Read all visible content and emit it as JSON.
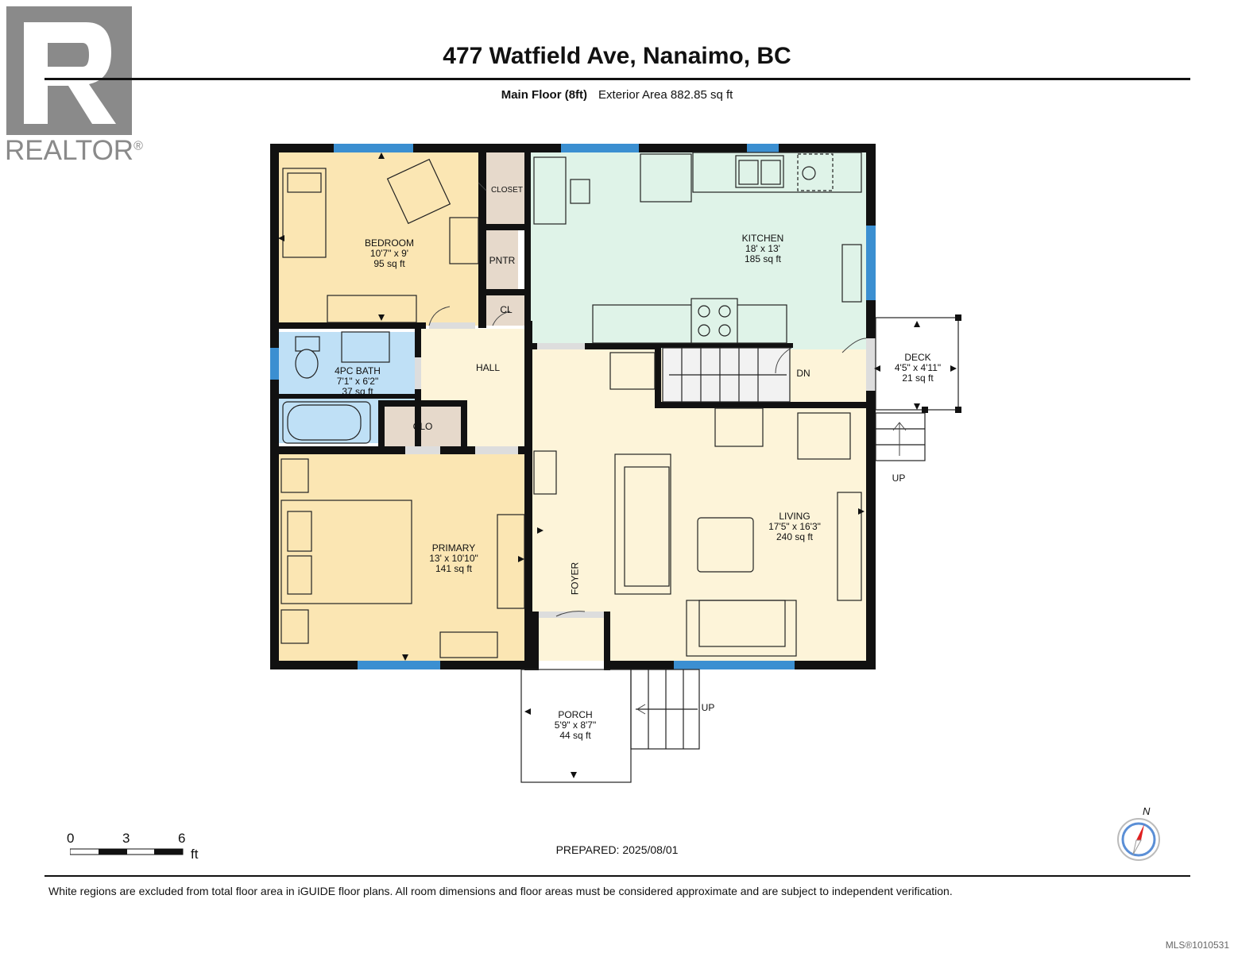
{
  "logo": {
    "text": "REALTOR",
    "mark": "®",
    "icon": "realtor-r-logo-icon"
  },
  "header": {
    "title": "477 Watfield Ave, Nanaimo, BC",
    "floor_label": "Main Floor (8ft)",
    "area_label": "Exterior Area 882.85 sq ft"
  },
  "rooms": {
    "bedroom": {
      "name": "BEDROOM",
      "dims": "10'7\" x 9'",
      "area": "95 sq ft"
    },
    "kitchen": {
      "name": "KITCHEN",
      "dims": "18' x 13'",
      "area": "185 sq ft"
    },
    "bath": {
      "name": "4PC BATH",
      "dims": "7'1\" x 6'2\"",
      "area": "37 sq ft"
    },
    "deck": {
      "name": "DECK",
      "dims": "4'5\" x 4'11\"",
      "area": "21 sq ft"
    },
    "living": {
      "name": "LIVING",
      "dims": "17'5\" x 16'3\"",
      "area": "240 sq ft"
    },
    "primary": {
      "name": "PRIMARY",
      "dims": "13' x 10'10\"",
      "area": "141 sq ft"
    },
    "porch": {
      "name": "PORCH",
      "dims": "5'9\" x 8'7\"",
      "area": "44 sq ft"
    },
    "closet": "CLOSET",
    "pantry": "PNTR",
    "cl": "CL",
    "clo": "CLO",
    "hall": "HALL",
    "foyer": "FOYER",
    "stairs_down": "DN",
    "stairs_up_deck": "UP",
    "stairs_up_porch": "UP"
  },
  "scale": {
    "ticks": [
      "0",
      "3",
      "6"
    ],
    "unit": "ft"
  },
  "compass": {
    "label": "N"
  },
  "footer": {
    "prepared": "PREPARED: 2025/08/01",
    "disclaimer": "White regions are excluded from total floor area in iGUIDE floor plans. All room dimensions and floor areas must be considered approximate and are subject to independent verification.",
    "mls": "MLS®1010531"
  },
  "colors": {
    "bedroom_fill": "#fbe6b3",
    "kitchen_fill": "#dff3e8",
    "bath_fill": "#bfe0f6",
    "living_fill": "#fdf4d9",
    "closet_fill": "#e6d9cb",
    "wall": "#111111",
    "window": "#3b8fd1"
  }
}
